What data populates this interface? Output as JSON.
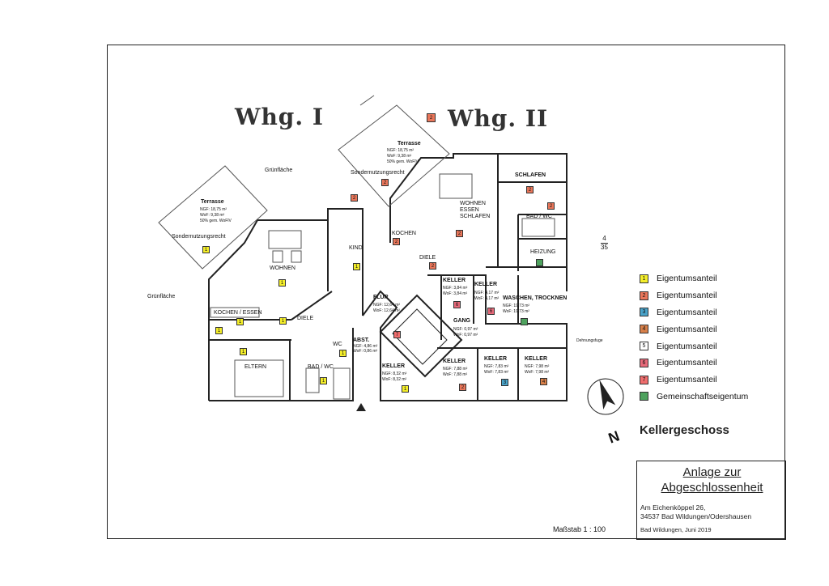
{
  "titles": {
    "whg1": "Whg. I",
    "whg2": "Whg. II"
  },
  "colors": {
    "yellow": "#f4ee2a",
    "orange": "#e9765a",
    "blue": "#4aa3c9",
    "brown": "#d8804a",
    "pink": "#e86a7a",
    "light_red": "#f06e6e",
    "green": "#4ea25e"
  },
  "legend": [
    {
      "label": "Eigentumsanteil",
      "num": "1",
      "color": "#f4ee2a"
    },
    {
      "label": "Eigentumsanteil",
      "num": "2",
      "color": "#e9765a"
    },
    {
      "label": "Eigentumsanteil",
      "num": "3",
      "color": "#4aa3c9"
    },
    {
      "label": "Eigentumsanteil",
      "num": "4",
      "color": "#d8804a"
    },
    {
      "label": "Eigentumsanteil",
      "num": "5",
      "color": "#ffffff"
    },
    {
      "label": "Eigentumsanteil",
      "num": "6",
      "color": "#e86a7a"
    },
    {
      "label": "Eigentumsanteil",
      "num": "7",
      "color": "#f06e6e"
    },
    {
      "label": "Gemeinschaftseigentum",
      "num": "",
      "color": "#4ea25e"
    }
  ],
  "rooms": {
    "gruenflaeche_top": "Grünfläche",
    "gruenflaeche_left": "Grünfläche",
    "terrasse1": "Terrasse",
    "terrasse1_ngf": "NGF: 18,75 m²",
    "terrasse1_wof": "WoF: 9,38 m²",
    "terrasse1_note": "50% gem. WoFlV",
    "sonder1": "Sondernutzungsrecht",
    "terrasse2": "Terrasse",
    "terrasse2_ngf": "NGF: 18,75 m²",
    "terrasse2_wof": "WoF: 9,38 m²",
    "terrasse2_note": "50% gem. WoFlV",
    "sonder2": "Sondernutzungsrecht",
    "wohnen": "WOHNEN",
    "kochen_essen": "KOCHEN / ESSEN",
    "diele": "DIELE",
    "eltern": "ELTERN",
    "bad": "BAD / WC",
    "wc": "WC",
    "kind": "KIND",
    "flur": "FLUR",
    "flur_ngf": "NGF: 12,64 m²",
    "flur_wof": "WoF: 12,64 m²",
    "abst": "ABST.",
    "abst_ngf": "NGF: 4,86 m²",
    "abst_wof": "WoF: 0,86 m²",
    "keller1": "KELLER",
    "keller1_ngf": "NGF: 8,32 m²",
    "keller1_wof": "WoF: 8,32 m²",
    "wohnen_essen": "WOHNEN ESSEN SCHLAFEN",
    "kochen2": "KOCHEN",
    "diele2": "DIELE",
    "schlafen": "SCHLAFEN",
    "bad2": "BAD / WC",
    "heizung": "HEIZUNG",
    "keller2": "KELLER",
    "keller2_ngf": "NGF: 3,84 m²",
    "keller2_wof": "WoF: 3,84 m²",
    "keller3": "KELLER",
    "keller3_ngf": "NGF: 4,17 m²",
    "keller3_wof": "WoF: 4,17 m²",
    "waschen": "WASCHEN, TROCKNEN",
    "waschen_ngf": "NGF: 19,73 m²",
    "waschen_wof": "WoF: 19,73 m²",
    "gang": "GANG",
    "gang_ngf": "NGF: 0,97 m²",
    "gang_wof": "WoF: 0,97 m²",
    "keller4": "KELLER",
    "keller4_ngf": "NGF: 7,88 m²",
    "keller4_wof": "WoF: 7,88 m²",
    "keller5": "KELLER",
    "keller5_ngf": "NGF: 7,83 m²",
    "keller5_wof": "WoF: 7,83 m²",
    "keller6": "KELLER",
    "keller6_ngf": "NGF: 7,98 m²",
    "keller6_wof": "WoF: 7,98 m²",
    "dehnungsfuge": "Dehnungsfuge"
  },
  "north": "N",
  "floor_name": "Kellergeschoss",
  "infobox": {
    "title_line1": "Anlage zur",
    "title_line2": "Abgeschlossenheit",
    "address_line1": "Am Eichenköppel 26,",
    "address_line2": "34537 Bad Wildungen/Odershausen",
    "date": "Bad Wildungen, Juni 2019"
  },
  "scale": "Maßstab 1 : 100",
  "page_number": {
    "top": "4",
    "bottom": "35"
  }
}
